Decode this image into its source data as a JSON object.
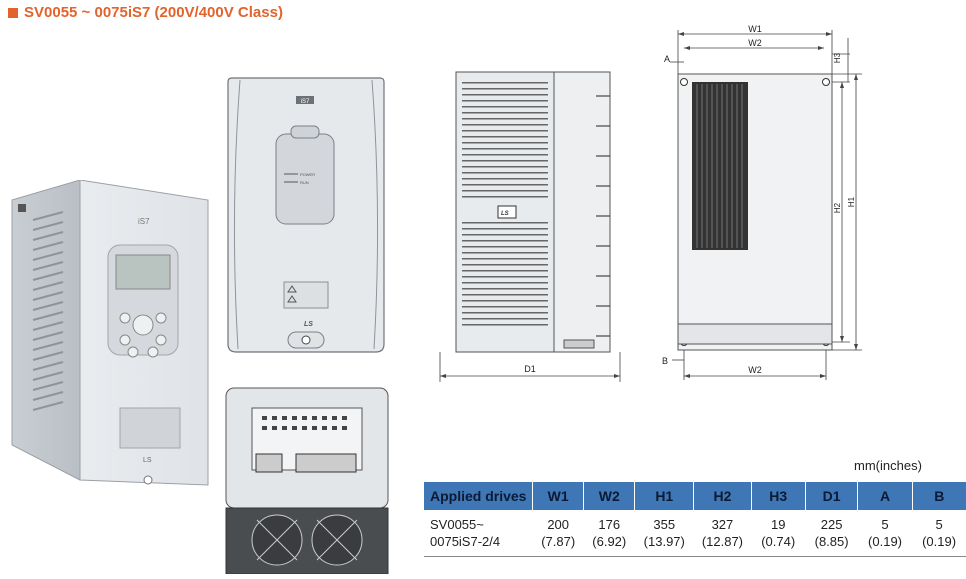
{
  "heading": "SV0055 ~ 0075iS7 (200V/400V Class)",
  "units": "mm(inches)",
  "labels": {
    "brand": "iS7",
    "front_model": "iS7",
    "front_power": "POWER",
    "front_run": "RUN",
    "front_logo": "LS",
    "side_logo": "LS",
    "W1": "W1",
    "W2": "W2",
    "W2_bottom": "W2",
    "H1": "H1",
    "H2": "H2",
    "H3": "H3",
    "A": "A",
    "B": "B",
    "D1": "D1"
  },
  "table": {
    "headers": [
      "Applied drives",
      "W1",
      "W2",
      "H1",
      "H2",
      "H3",
      "D1",
      "A",
      "B"
    ],
    "row": {
      "drive_line1": "SV0055~",
      "drive_line2": "0075iS7-2/4",
      "values": [
        {
          "mm": "200",
          "in": "(7.87)"
        },
        {
          "mm": "176",
          "in": "(6.92)"
        },
        {
          "mm": "355",
          "in": "(13.97)"
        },
        {
          "mm": "327",
          "in": "(12.87)"
        },
        {
          "mm": "19",
          "in": "(0.74)"
        },
        {
          "mm": "225",
          "in": "(8.85)"
        },
        {
          "mm": "5",
          "in": "(0.19)"
        },
        {
          "mm": "5",
          "in": "(0.19)"
        }
      ]
    }
  }
}
